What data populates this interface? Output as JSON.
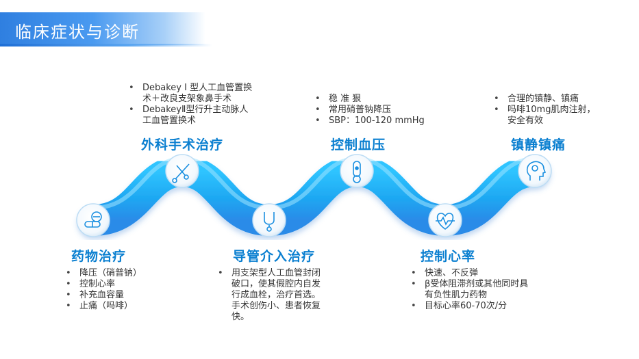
{
  "title": "临床症状与诊断",
  "steps": [
    {
      "heading": "药物治疗",
      "icon": "pills-icon",
      "bullets": [
        "降压（硝普钠）",
        "控制心率",
        "补充血容量",
        "止痛（吗啡）"
      ]
    },
    {
      "heading": "外科手术治疗",
      "icon": "scissors-icon",
      "bullets": [
        "Debakey Ⅰ 型人工血管置换术＋改良支架象鼻手术",
        "DebakeyⅡ型行升主动脉人工血管置换术"
      ]
    },
    {
      "heading": "导管介入治疗",
      "icon": "stethoscope-icon",
      "bullets": [
        "用支架型人工血管封闭破口，使其假腔内自发行成血栓，治疗首选。手术创伤小、患者恢复快。"
      ]
    },
    {
      "heading": "控制血压",
      "icon": "thermometer-icon",
      "bullets": [
        "稳 准 狠",
        "常用硝普钠降压",
        "SBP：100-120 mmHg"
      ]
    },
    {
      "heading": "控制心率",
      "icon": "heart-pulse-icon",
      "bullets": [
        "快速、不反弹",
        "β受体阻滞剂或其他同时具有负性肌力药物",
        "目标心率60-70次/分"
      ]
    },
    {
      "heading": "镇静镇痛",
      "icon": "head-brain-icon",
      "bullets": [
        "合理的镇静、镇痛",
        "吗啡10mg肌肉注射，安全有效"
      ]
    }
  ]
}
